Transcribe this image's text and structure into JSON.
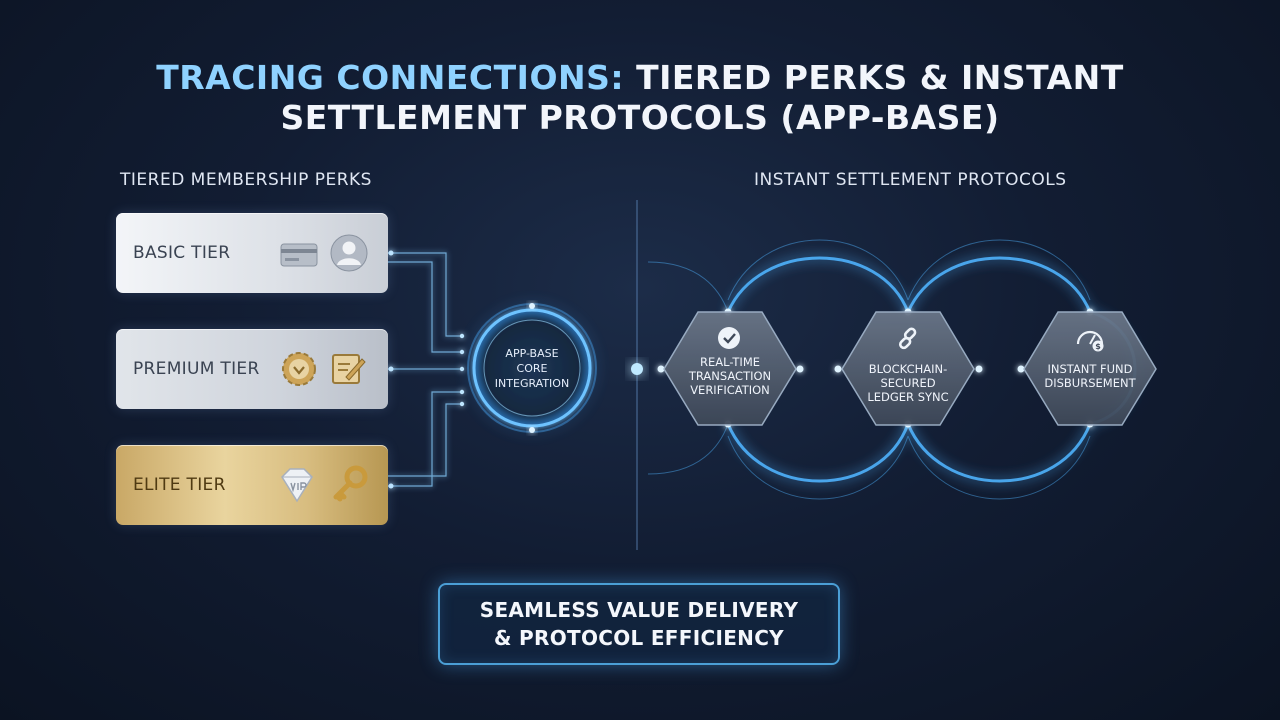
{
  "title": {
    "accent": "TRACING CONNECTIONS:",
    "line1_rest": " TIERED PERKS & INSTANT",
    "line2": "SETTLEMENT PROTOCOLS (APP-BASE)"
  },
  "sections": {
    "left": "TIERED MEMBERSHIP PERKS",
    "right": "INSTANT SETTLEMENT PROTOCOLS"
  },
  "tiers": [
    {
      "label": "BASIC TIER",
      "icons": [
        "credit-card-icon",
        "user-avatar-icon"
      ]
    },
    {
      "label": "PREMIUM TIER",
      "icons": [
        "badge-gear-icon",
        "edit-note-icon"
      ]
    },
    {
      "label": "ELITE TIER",
      "icons": [
        "vip-diamond-icon",
        "key-icon"
      ]
    }
  ],
  "core": {
    "line1": "APP-BASE",
    "line2": "CORE",
    "line3": "INTEGRATION"
  },
  "protocols": [
    {
      "line1": "REAL-TIME",
      "line2": "TRANSACTION",
      "line3": "VERIFICATION",
      "icon": "check-badge-icon"
    },
    {
      "line1": "BLOCKCHAIN-SECURED",
      "line2": "LEDGER SYNC",
      "icon": "chain-link-icon"
    },
    {
      "line1": "INSTANT FUND",
      "line2": "DISBURSEMENT",
      "icon": "speedometer-dollar-icon"
    }
  ],
  "footer": {
    "line1": "SEAMLESS VALUE DELIVERY",
    "line2": "& PROTOCOL EFFICIENCY"
  },
  "colors": {
    "accent": "#8fd2ff",
    "glow": "#4fb4ff",
    "gold": "#d8bd80"
  }
}
